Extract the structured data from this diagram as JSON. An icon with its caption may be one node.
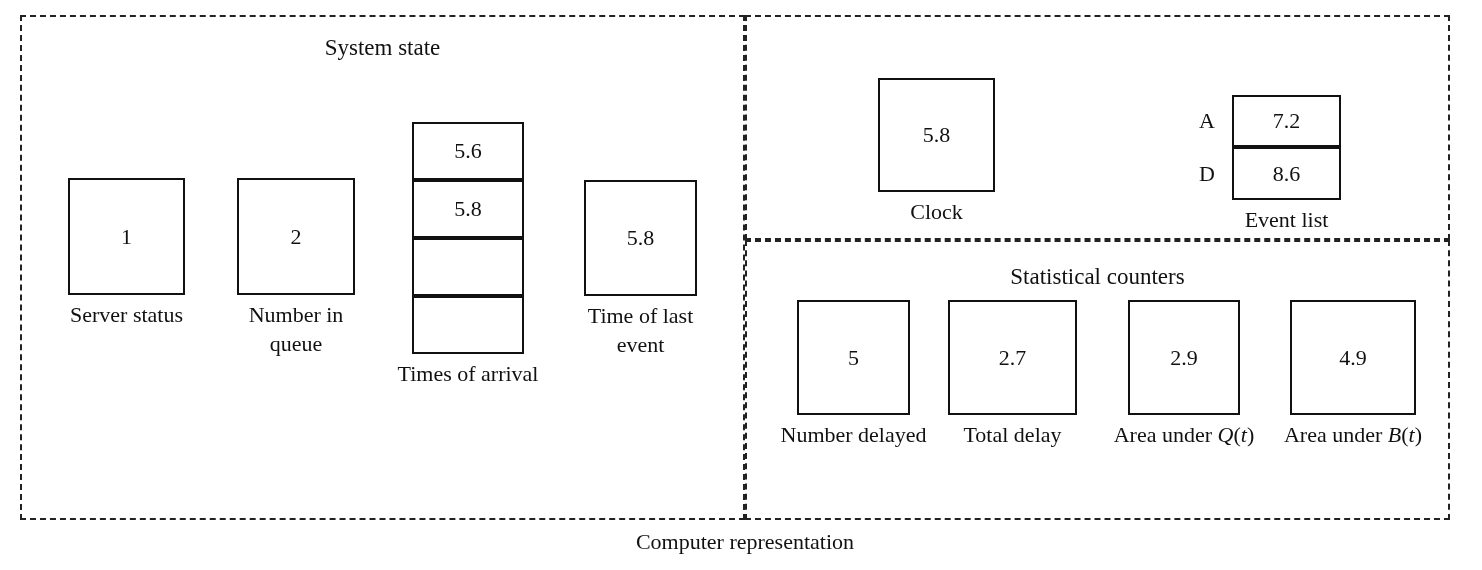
{
  "diagram": {
    "caption": "Computer representation",
    "nodes": [
      {
        "text": [
          "System state"
        ]
      },
      {
        "text": [
          "1"
        ],
        "in": 0,
        "beside": [
          "Server status"
        ]
      },
      {
        "text": [
          "2"
        ],
        "in": 0,
        "beside": [
          "Number in queue"
        ]
      },
      {
        "text": [],
        "shape": "box",
        "in": 0,
        "beside": [
          "Times of arrival"
        ]
      },
      {
        "text": [
          "5.6"
        ],
        "in": 3
      },
      {
        "text": [
          "5.8"
        ],
        "in": 3
      },
      {
        "text": [],
        "shape": "box",
        "in": 3
      },
      {
        "text": [],
        "shape": "box",
        "in": 3
      },
      {
        "text": [
          "5.8"
        ],
        "in": 0,
        "beside": [
          "Time of last event"
        ]
      },
      {
        "text": [],
        "shape": "box"
      },
      {
        "text": [
          "5.8"
        ],
        "in": 9,
        "beside": [
          "Clock"
        ]
      },
      {
        "text": [],
        "shape": "box",
        "in": 9,
        "beside": [
          "Event list"
        ]
      },
      {
        "text": [
          "7.2"
        ],
        "in": 11,
        "beside": [
          "A"
        ]
      },
      {
        "text": [
          "8.6"
        ],
        "in": 11,
        "beside": [
          "D"
        ]
      },
      {
        "text": [
          "Statistical counters"
        ]
      },
      {
        "text": [
          "5"
        ],
        "in": 14,
        "beside": [
          "Number delayed"
        ]
      },
      {
        "text": [
          "2.7"
        ],
        "in": 14,
        "beside": [
          "Total delay"
        ]
      },
      {
        "text": [
          "2.9"
        ],
        "in": 14,
        "beside": [
          "Area under *Q*(*t*)"
        ]
      },
      {
        "text": [
          "4.9"
        ],
        "in": 14,
        "beside": [
          "Area under *B*(*t*)"
        ]
      }
    ],
    "edges": []
  }
}
